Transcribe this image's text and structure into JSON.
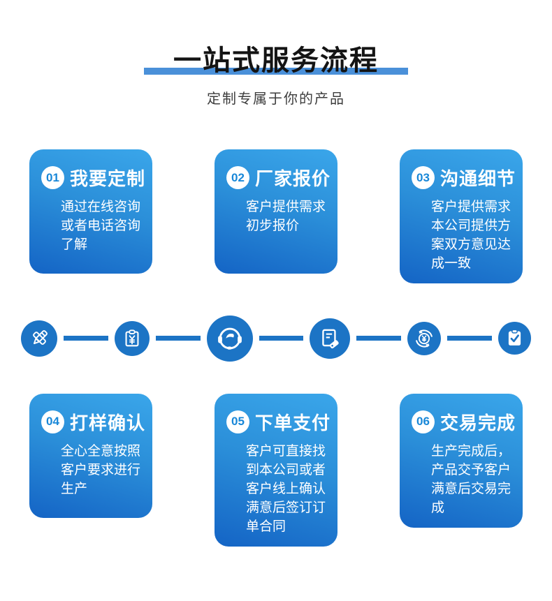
{
  "page": {
    "title": "一站式服务流程",
    "subtitle": "定制专属于你的产品"
  },
  "steps": [
    {
      "number": "01",
      "title": "我要定制",
      "desc": "通过在线咨询或者电话咨询了解"
    },
    {
      "number": "02",
      "title": "厂家报价",
      "desc": "客户提供需求初步报价"
    },
    {
      "number": "03",
      "title": "沟通细节",
      "desc": "客户提供需求本公司提供方案双方意见达成一致"
    },
    {
      "number": "04",
      "title": "打样确认",
      "desc": "全心全意按照客户要求进行生产"
    },
    {
      "number": "05",
      "title": "下单支付",
      "desc": "客户可直接找到本公司或者客户线上确认满意后签订订单合同"
    },
    {
      "number": "06",
      "title": "交易完成",
      "desc": "生产完成后，产品交予客户满意后交易完成"
    }
  ],
  "timeline": {
    "icons": [
      {
        "name": "pen-ruler-icon"
      },
      {
        "name": "quotation-bill-icon"
      },
      {
        "name": "customer-service-headset-icon"
      },
      {
        "name": "order-tag-document-icon"
      },
      {
        "name": "currency-exchange-icon"
      },
      {
        "name": "task-complete-clipboard-icon"
      }
    ]
  },
  "colors": {
    "accent_bar": "#4a90d9",
    "card_gradient_top": "#3aa6ea",
    "card_gradient_bottom": "#1464c5",
    "timeline_blue": "#1c74c5",
    "title_text": "#141414",
    "subtitle_text": "#3d3d3d",
    "badge_text": "#1887d8"
  }
}
